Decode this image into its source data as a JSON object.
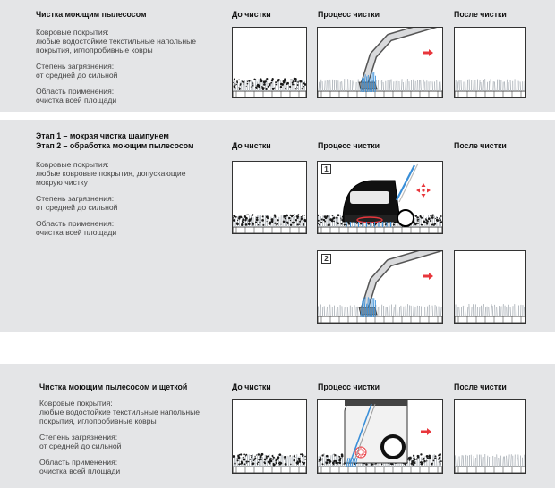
{
  "sections": [
    {
      "titles": [
        "Чистка моющим пылесосом"
      ],
      "col_labels": [
        "До чистки",
        "Процесс чистки",
        "После чистки"
      ],
      "carpet_label": "Ковровые покрытия:",
      "carpet_lines": [
        "любые водостойкие текстильные напольные",
        "покрытия, иглопробивные ковры"
      ],
      "soil_label": "Степень загрязнения:",
      "soil_value": "от средней до сильной",
      "area_label": "Область применения:",
      "area_value": "очистка всей площади"
    },
    {
      "titles": [
        "Этап 1 – мокрая чистка шампунем",
        "Этап 2 – обработка моющим пылесосом"
      ],
      "col_labels": [
        "До чистки",
        "Процесс чистки",
        "После чистки"
      ],
      "carpet_label": "Ковровые покрытия:",
      "carpet_lines": [
        "любые ковровые покрытия, допускающие",
        "мокрую чистку"
      ],
      "soil_label": "Степень загрязнения:",
      "soil_value": "от средней до сильной",
      "area_label": "Область применения:",
      "area_value": "очистка всей площади",
      "step_numbers": [
        "1",
        "2"
      ]
    },
    {
      "titles": [
        "Чистка моющим пылесосом и щеткой"
      ],
      "col_labels": [
        "До чистки",
        "Процесс чистки",
        "После чистки"
      ],
      "carpet_label": "Ковровые покрытия:",
      "carpet_lines": [
        "любые водостойкие текстильные напольные",
        "покрытия, иглопробивные ковры"
      ],
      "soil_label": "Степень загрязнения:",
      "soil_value": "от средней до сильной",
      "area_label": "Область применения:",
      "area_value": "очистка всей площади"
    }
  ],
  "colors": {
    "band": "#e4e5e7",
    "carpet_fiber": "#b0b6bc",
    "dirt": "#1a1a1a",
    "water": "#3a8fd8",
    "arrow_red": "#e8363c",
    "floor": "#4a4a4a"
  }
}
